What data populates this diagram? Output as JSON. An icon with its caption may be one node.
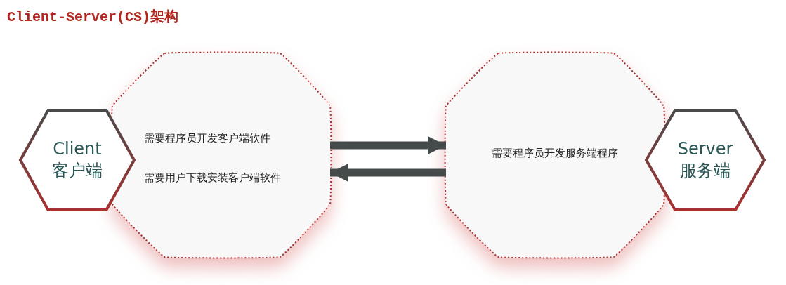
{
  "diagram": {
    "title": "Client-Server(CS)架构",
    "nodes": [
      {
        "text": [
          "Client 客户端"
        ]
      },
      {
        "text": [
          "需要程序员开发客户端软件",
          "需要用户下载安装客户端软件"
        ]
      },
      {
        "text": [
          "需要程序员开发服务端程序"
        ]
      },
      {
        "text": [
          "Server 服务端"
        ]
      }
    ],
    "edges": [
      {
        "from": 1,
        "to": 2,
        "arrow": "to"
      },
      {
        "from": 2,
        "to": 1,
        "arrow": "to"
      }
    ]
  }
}
